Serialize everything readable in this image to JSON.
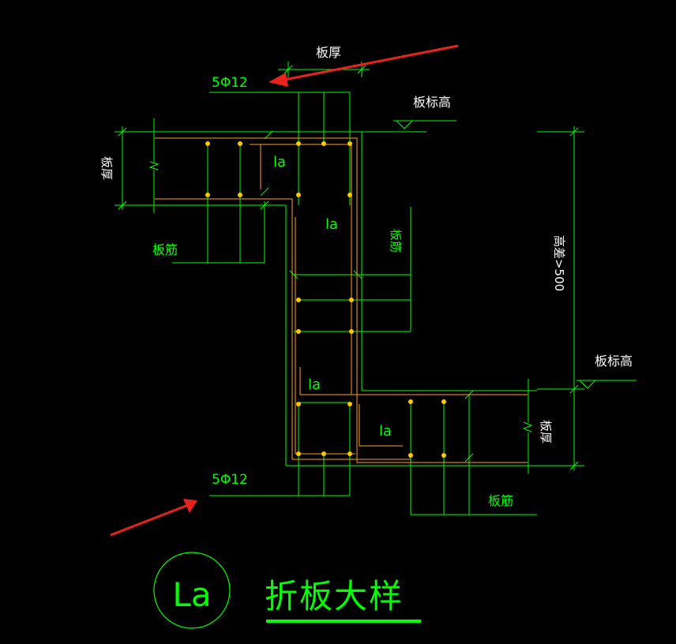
{
  "labels": {
    "slab_thickness_top": "板厚",
    "slab_elevation_top": "板标高",
    "slab_thickness_left": "板厚",
    "slab_rebar_left": "板筋",
    "slab_rebar_mid": "板筋",
    "height_diff": "高差>500",
    "slab_elevation_right": "板标高",
    "slab_thickness_right": "板厚",
    "slab_rebar_bottom": "板筋",
    "la_1": "la",
    "la_2": "la",
    "la_3": "la",
    "la_4": "la",
    "rebar_top": "5Φ12",
    "rebar_bottom": "5Φ12",
    "circle_label": "La",
    "title": "折板大样"
  },
  "colors": {
    "background": "#000000",
    "line_green": "#00ff00",
    "rebar_orange": "#ff9f1c",
    "dot_yellow": "#ffc800",
    "text_white": "#ffffff",
    "arrow_red": "#e8231e"
  }
}
